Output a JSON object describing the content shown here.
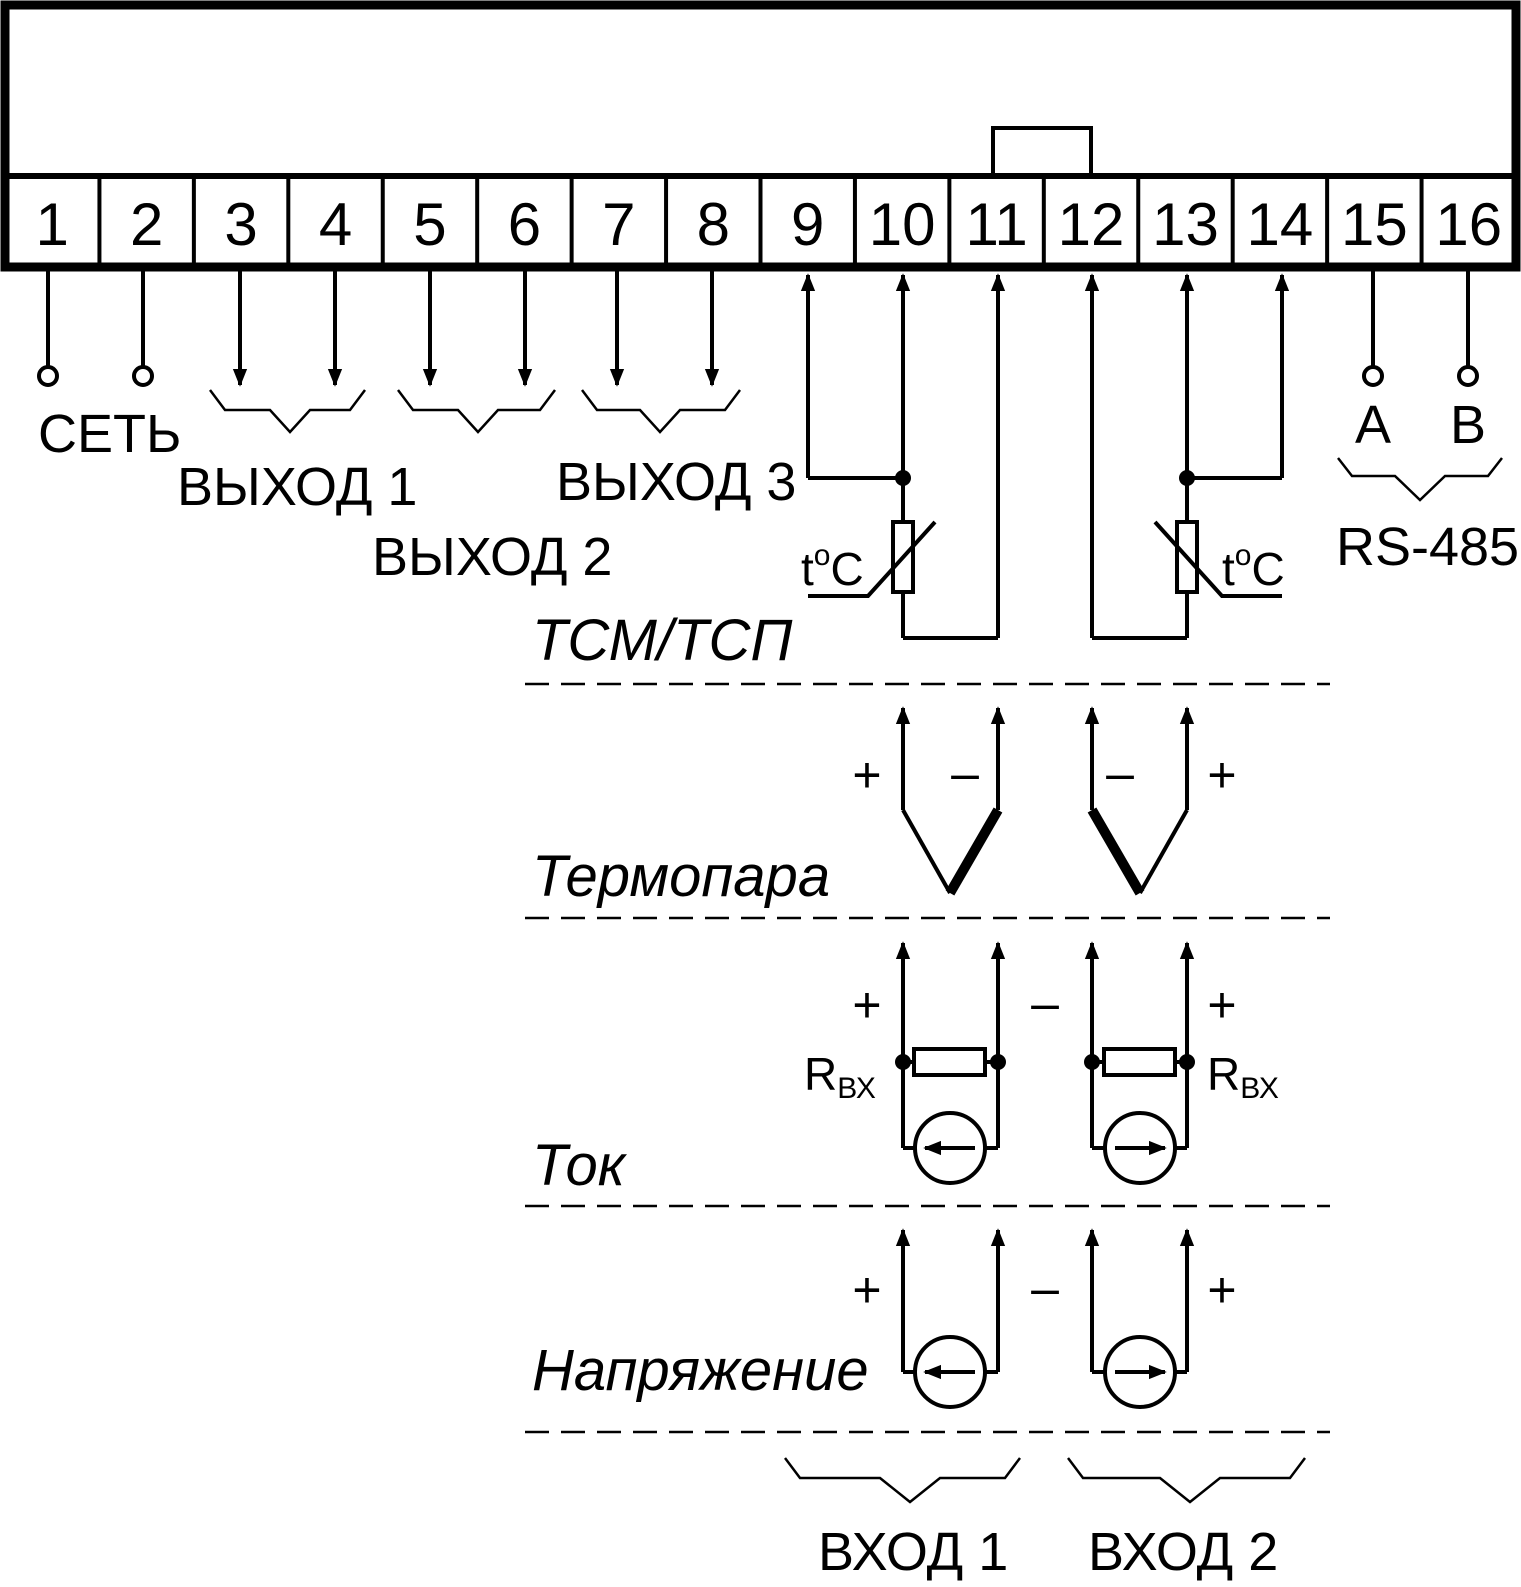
{
  "terminals": [
    "1",
    "2",
    "3",
    "4",
    "5",
    "6",
    "7",
    "8",
    "9",
    "10",
    "11",
    "12",
    "13",
    "14",
    "15",
    "16"
  ],
  "labels": {
    "power": "СЕТЬ",
    "output1": "ВЫХОД 1",
    "output2": "ВЫХОД 2",
    "output3": "ВЫХОД 3",
    "rs_a": "A",
    "rs_b": "B",
    "rs485": "RS-485",
    "input1": "ВХОД 1",
    "input2": "ВХОД 2"
  },
  "sections": {
    "rtd": "ТСМ/ТСП",
    "thermocouple": "Термопара",
    "current": "Ток",
    "voltage": "Напряжение"
  },
  "symbols": {
    "temp_t": "t",
    "temp_o": "o",
    "temp_c": "C",
    "plus": "+",
    "minus": "–",
    "r": "R",
    "r_sub": "ВХ"
  }
}
